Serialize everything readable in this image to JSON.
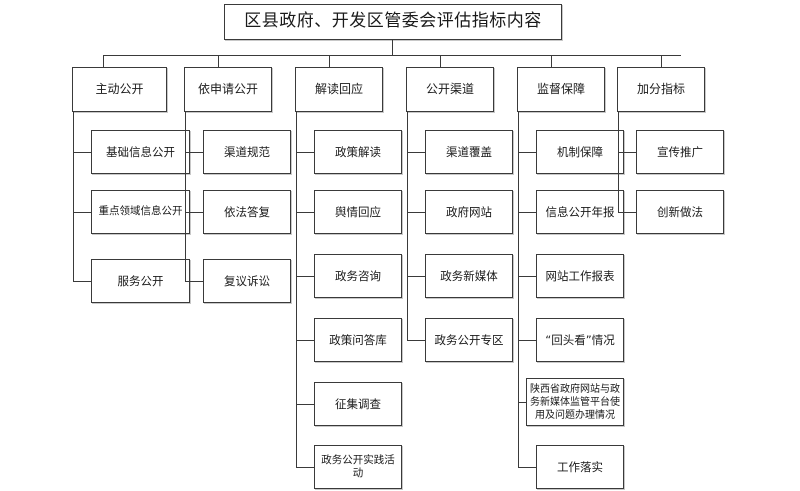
{
  "diagram": {
    "type": "organizational-tree",
    "title": "区县政府、开发区管委会评估指标内容",
    "columns": [
      {
        "id": "col-1",
        "header": "主动公开",
        "children": [
          "基础信息公开",
          "重点领域信息公开",
          "服务公开"
        ]
      },
      {
        "id": "col-2",
        "header": "依申请公开",
        "children": [
          "渠道规范",
          "依法答复",
          "复议诉讼"
        ]
      },
      {
        "id": "col-3",
        "header": "解读回应",
        "children": [
          "政策解读",
          "舆情回应",
          "政务咨询",
          "政策问答库",
          "征集调查",
          "政务公开实践活动"
        ]
      },
      {
        "id": "col-4",
        "header": "公开渠道",
        "children": [
          "渠道覆盖",
          "政府网站",
          "政务新媒体",
          "政务公开专区"
        ]
      },
      {
        "id": "col-5",
        "header": "监督保障",
        "children": [
          "机制保障",
          "信息公开年报",
          "网站工作报表",
          "“回头看”情况",
          "陕西省政府网站与政务新媒体监管平台使用及问题办理情况",
          "工作落实"
        ]
      },
      {
        "id": "col-6",
        "header": "加分指标",
        "children": [
          "宣传推广",
          "创新做法"
        ]
      }
    ],
    "colors": {
      "background": "#ffffff",
      "box_fill": "#ffffff",
      "box_border": "#3a3a3a",
      "box_shadow": "#c8c8c8",
      "text": "#1a1a1a",
      "connector": "#3a3a3a"
    }
  }
}
